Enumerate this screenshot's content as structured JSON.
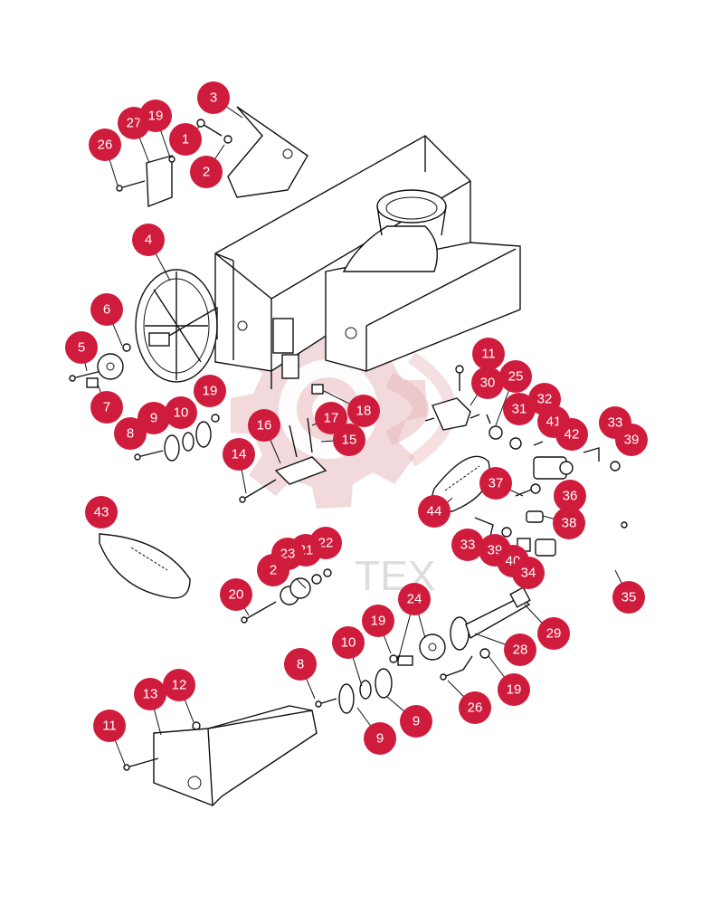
{
  "watermark": {
    "text": "TEX",
    "color": "#e8b9bd"
  },
  "callout_color": "#d01c3c",
  "callouts": [
    {
      "id": "c-3",
      "label": "3"
    },
    {
      "id": "c-27",
      "label": "27"
    },
    {
      "id": "c-19a",
      "label": "19"
    },
    {
      "id": "c-1",
      "label": "1"
    },
    {
      "id": "c-26a",
      "label": "26"
    },
    {
      "id": "c-2",
      "label": "2"
    },
    {
      "id": "c-4",
      "label": "4"
    },
    {
      "id": "c-6",
      "label": "6"
    },
    {
      "id": "c-5",
      "label": "5"
    },
    {
      "id": "c-7",
      "label": "7"
    },
    {
      "id": "c-19b",
      "label": "19"
    },
    {
      "id": "c-9a",
      "label": "9"
    },
    {
      "id": "c-10a",
      "label": "10"
    },
    {
      "id": "c-8a",
      "label": "8"
    },
    {
      "id": "c-11a",
      "label": "11"
    },
    {
      "id": "c-30",
      "label": "30"
    },
    {
      "id": "c-25",
      "label": "25"
    },
    {
      "id": "c-18",
      "label": "18"
    },
    {
      "id": "c-31",
      "label": "31"
    },
    {
      "id": "c-32",
      "label": "32"
    },
    {
      "id": "c-41",
      "label": "41"
    },
    {
      "id": "c-33a",
      "label": "33"
    },
    {
      "id": "c-16",
      "label": "16"
    },
    {
      "id": "c-17",
      "label": "17"
    },
    {
      "id": "c-15",
      "label": "15"
    },
    {
      "id": "c-42",
      "label": "42"
    },
    {
      "id": "c-39a",
      "label": "39"
    },
    {
      "id": "c-14",
      "label": "14"
    },
    {
      "id": "c-37",
      "label": "37"
    },
    {
      "id": "c-36",
      "label": "36"
    },
    {
      "id": "c-44",
      "label": "44"
    },
    {
      "id": "c-43",
      "label": "43"
    },
    {
      "id": "c-38",
      "label": "38"
    },
    {
      "id": "c-33b",
      "label": "33"
    },
    {
      "id": "c-39b",
      "label": "39"
    },
    {
      "id": "c-40",
      "label": "40"
    },
    {
      "id": "c-34",
      "label": "34"
    },
    {
      "id": "c-22",
      "label": "22"
    },
    {
      "id": "c-21",
      "label": "21"
    },
    {
      "id": "c-23",
      "label": "23"
    },
    {
      "id": "c-2b",
      "label": "2"
    },
    {
      "id": "c-35",
      "label": "35"
    },
    {
      "id": "c-20",
      "label": "20"
    },
    {
      "id": "c-24",
      "label": "24"
    },
    {
      "id": "c-29",
      "label": "29"
    },
    {
      "id": "c-19c",
      "label": "19"
    },
    {
      "id": "c-10b",
      "label": "10"
    },
    {
      "id": "c-28",
      "label": "28"
    },
    {
      "id": "c-8b",
      "label": "8"
    },
    {
      "id": "c-12",
      "label": "12"
    },
    {
      "id": "c-13",
      "label": "13"
    },
    {
      "id": "c-19d",
      "label": "19"
    },
    {
      "id": "c-26b",
      "label": "26"
    },
    {
      "id": "c-9b",
      "label": "9"
    },
    {
      "id": "c-9c",
      "label": "9"
    },
    {
      "id": "c-11b",
      "label": "11"
    }
  ]
}
